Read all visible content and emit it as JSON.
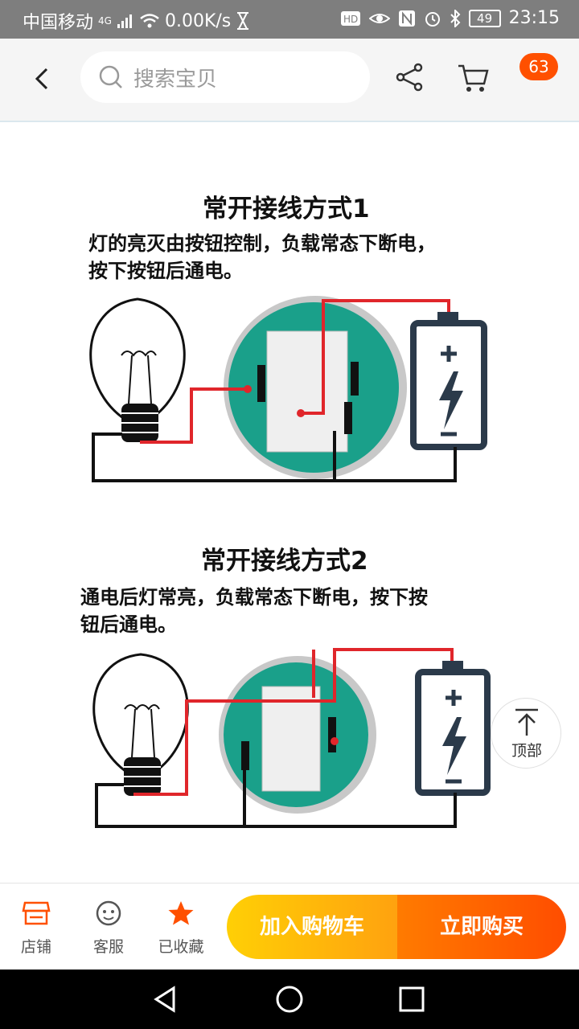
{
  "status_bar": {
    "carrier": "中国移动",
    "network": "4G",
    "speed": "0.00K/s",
    "battery": "49",
    "time": "23:15"
  },
  "header": {
    "search_placeholder": "搜索宝贝",
    "badge_count": "63"
  },
  "content": {
    "diagram1": {
      "title": "常开接线方式1",
      "desc_line1": "灯的亮灭由按钮控制，负载常态下断电，",
      "desc_line2": "按下按钮后通电。"
    },
    "diagram2": {
      "title": "常开接线方式2",
      "desc_line1": "通电后灯常亮，负载常态下断电，按下按",
      "desc_line2": "钮后通电。"
    }
  },
  "to_top": {
    "label": "顶部"
  },
  "bottom_bar": {
    "shop_label": "店铺",
    "service_label": "客服",
    "fav_label": "已收藏",
    "add_cart_label": "加入购物车",
    "buy_now_label": "立即购买"
  },
  "colors": {
    "accent": "#ff5000",
    "teal": "#1aa08a",
    "wire_red": "#e0262b",
    "battery_navy": "#2b3a4a"
  }
}
